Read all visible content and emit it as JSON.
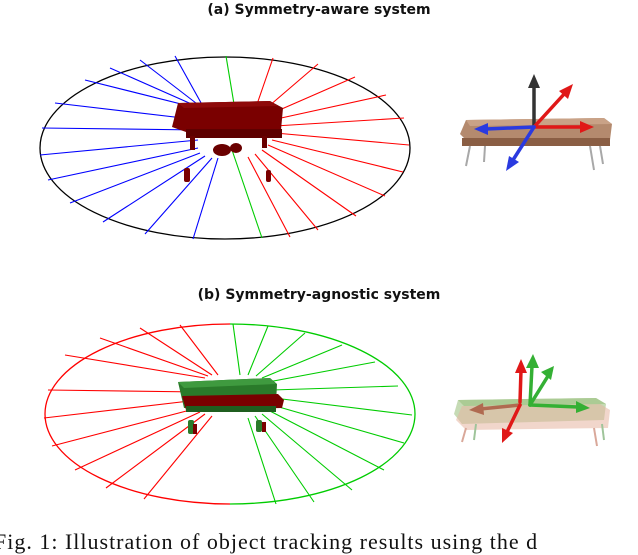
{
  "figure": {
    "panels": [
      {
        "label": "(a) Symmetry-aware system"
      },
      {
        "label": "(b) Symmetry-agnostic system"
      }
    ],
    "caption_fragment": "Fig. 1: Illustration of object tracking results using the d"
  },
  "colors": {
    "ring_black": "#000000",
    "spoke_blue": "#0000ff",
    "spoke_red": "#ff0000",
    "spoke_green": "#00cc00",
    "table_dark_red": "#7a0000",
    "table_green": "#2a7a2a",
    "wood": "#a07458"
  }
}
